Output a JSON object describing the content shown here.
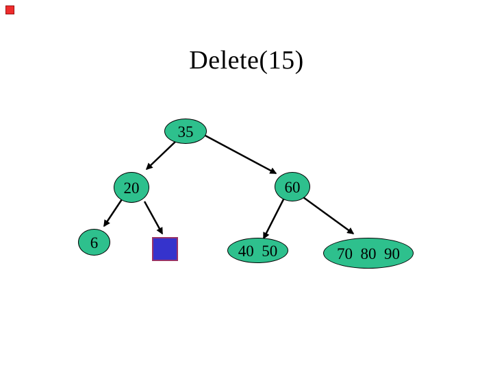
{
  "slide": {
    "title": "Delete(15)",
    "background": "#ffffff"
  },
  "corner_marker": {
    "shape": "red-square",
    "color": "#ee2c2c"
  },
  "tree": {
    "nodes": [
      {
        "id": "35",
        "label": "35"
      },
      {
        "id": "20",
        "label": "20"
      },
      {
        "id": "60",
        "label": "60"
      },
      {
        "id": "6",
        "label": "6"
      },
      {
        "id": "empty",
        "label": ""
      },
      {
        "id": "40-50",
        "label": "40  50"
      },
      {
        "id": "70-80-90",
        "label": "70  80  90"
      }
    ],
    "edges": [
      {
        "from": "35",
        "to": "20"
      },
      {
        "from": "35",
        "to": "60"
      },
      {
        "from": "20",
        "to": "6"
      },
      {
        "from": "20",
        "to": "empty"
      },
      {
        "from": "60",
        "to": "40-50"
      },
      {
        "from": "60",
        "to": "70-80-90"
      }
    ]
  },
  "colors": {
    "node_fill": "#2ec08d",
    "node_outline": "#000000",
    "deleted_node_fill": "#3533cc",
    "deleted_node_outline": "#993366",
    "edge": "#000000",
    "title_text": "#000000",
    "marker_red": "#ee2c2c"
  }
}
